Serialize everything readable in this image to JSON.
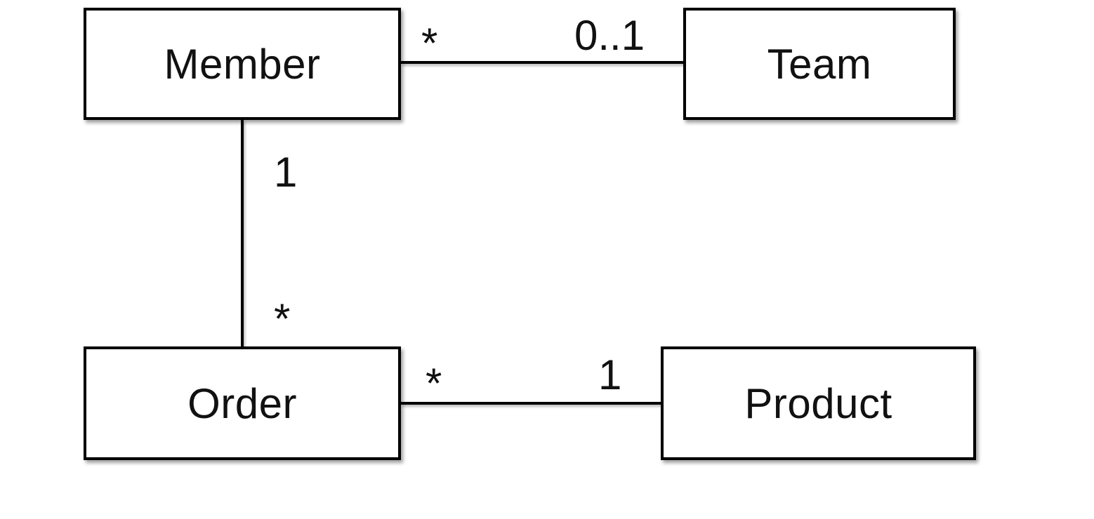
{
  "diagram": {
    "type": "uml-class-diagram",
    "entities": [
      {
        "id": "member",
        "label": "Member"
      },
      {
        "id": "team",
        "label": "Team"
      },
      {
        "id": "order",
        "label": "Order"
      },
      {
        "id": "product",
        "label": "Product"
      }
    ],
    "relations": [
      {
        "from": "Member",
        "to": "Team",
        "from_multiplicity": "*",
        "to_multiplicity": "0..1",
        "orientation": "horizontal"
      },
      {
        "from": "Member",
        "to": "Order",
        "from_multiplicity": "1",
        "to_multiplicity": "*",
        "orientation": "vertical"
      },
      {
        "from": "Order",
        "to": "Product",
        "from_multiplicity": "*",
        "to_multiplicity": "1",
        "orientation": "horizontal"
      }
    ],
    "colors": {
      "background": "#ffffff",
      "stroke": "#000000",
      "box_fill": "#ffffff",
      "text": "#111111"
    }
  }
}
